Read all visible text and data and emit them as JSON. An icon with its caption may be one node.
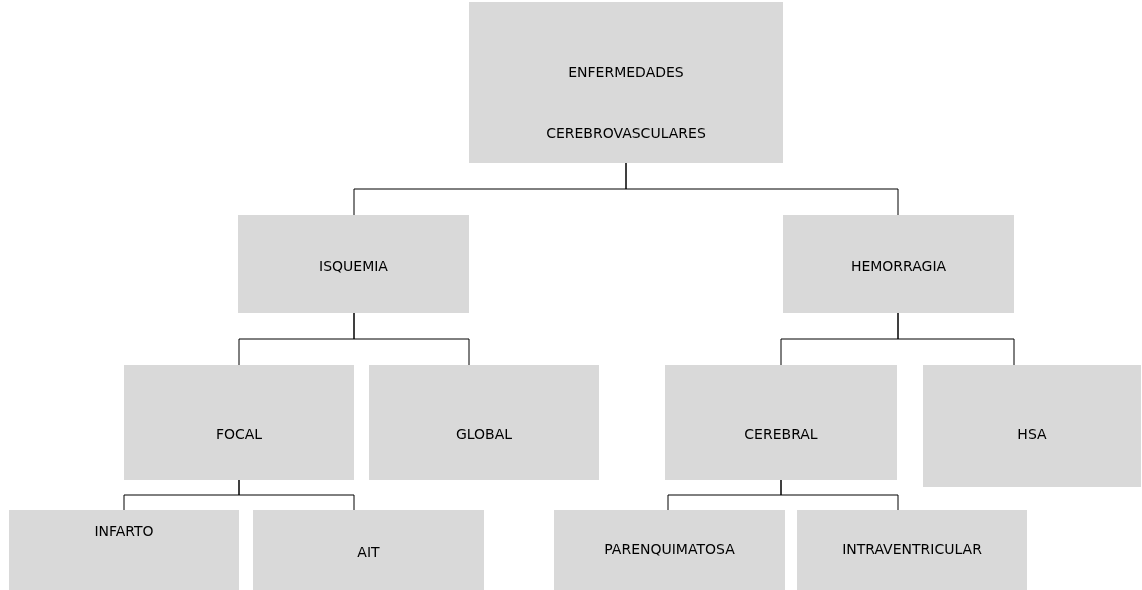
{
  "diagram": {
    "nodes": [
      {
        "text": [
          "ENFERMEDADES CEREBROVASCULARES"
        ]
      },
      {
        "text": [
          "ISQUEMIA"
        ]
      },
      {
        "text": [
          "HEMORRAGIA"
        ]
      },
      {
        "text": [
          "FOCAL"
        ]
      },
      {
        "text": [
          "GLOBAL"
        ]
      },
      {
        "text": [
          "CEREBRAL"
        ]
      },
      {
        "text": [
          "HSA"
        ]
      },
      {
        "text": [
          "INFARTO"
        ]
      },
      {
        "text": [
          "AIT"
        ]
      },
      {
        "text": [
          "PARENQUIMATOSA"
        ]
      },
      {
        "text": [
          "INTRAVENTRICULAR"
        ]
      }
    ],
    "edges": [
      {
        "from": 0,
        "to": 1,
        "arrow": "none"
      },
      {
        "from": 0,
        "to": 2,
        "arrow": "none"
      },
      {
        "from": 1,
        "to": 3,
        "arrow": "none"
      },
      {
        "from": 1,
        "to": 4,
        "arrow": "none"
      },
      {
        "from": 2,
        "to": 5,
        "arrow": "none"
      },
      {
        "from": 2,
        "to": 6,
        "arrow": "none"
      },
      {
        "from": 3,
        "to": 7,
        "arrow": "none"
      },
      {
        "from": 3,
        "to": 8,
        "arrow": "none"
      },
      {
        "from": 5,
        "to": 9,
        "arrow": "none"
      },
      {
        "from": 5,
        "to": 10,
        "arrow": "none"
      }
    ]
  }
}
